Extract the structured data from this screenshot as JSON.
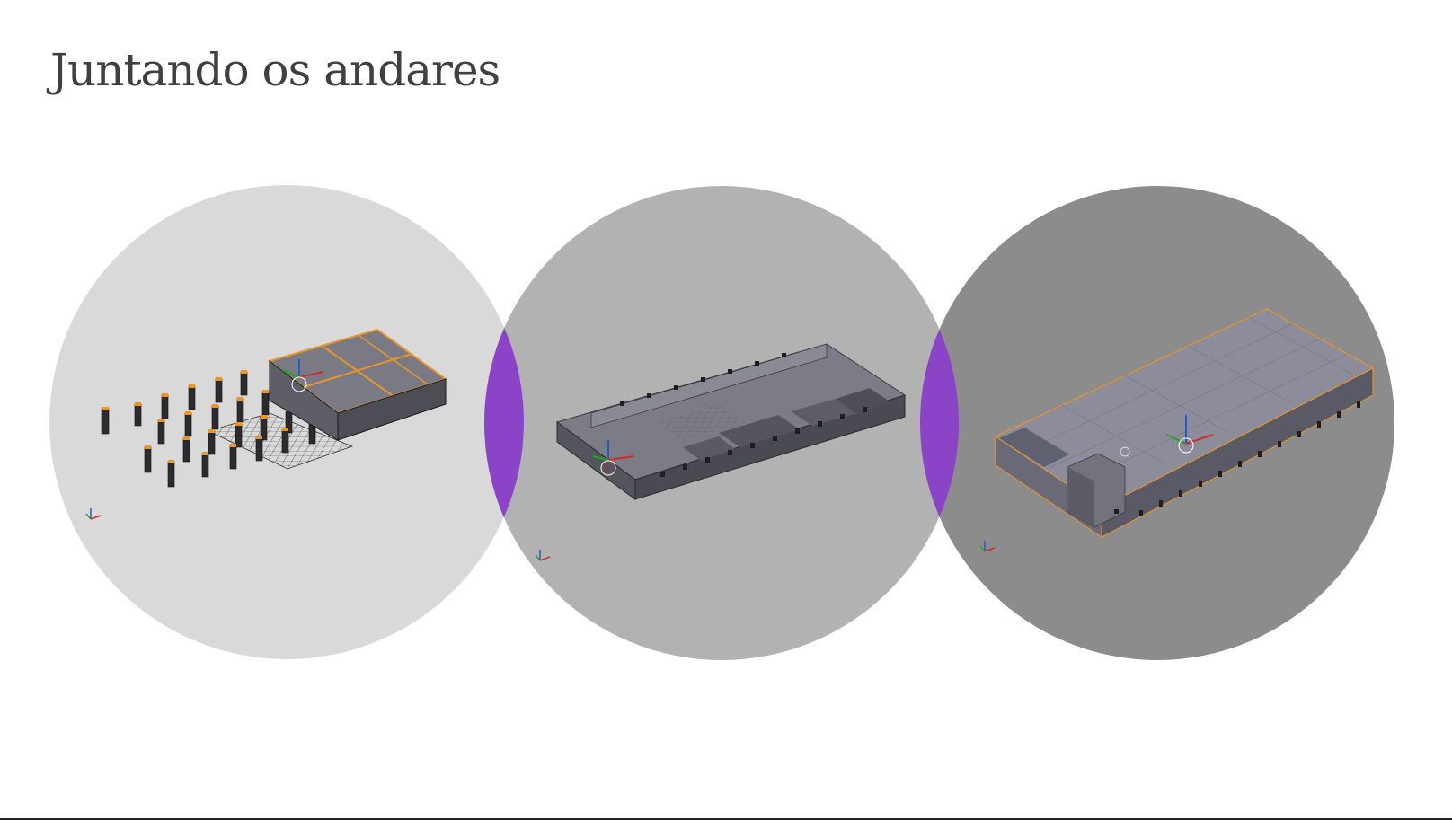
{
  "slide": {
    "title": "Juntando os andares"
  },
  "colors": {
    "circle_light": "#d9d9d9",
    "circle_mid": "#b2b2b2",
    "circle_dark": "#8c8c8c",
    "overlap": "#8b44c8",
    "model_gray": "#6e6e78",
    "model_outline": "#e8962a",
    "title_text": "#404040"
  },
  "panels": [
    {
      "name": "pillars-and-first-floor",
      "icon": "blender-viewport"
    },
    {
      "name": "ground-floor-model",
      "icon": "blender-viewport"
    },
    {
      "name": "full-building-model",
      "icon": "blender-viewport"
    }
  ]
}
